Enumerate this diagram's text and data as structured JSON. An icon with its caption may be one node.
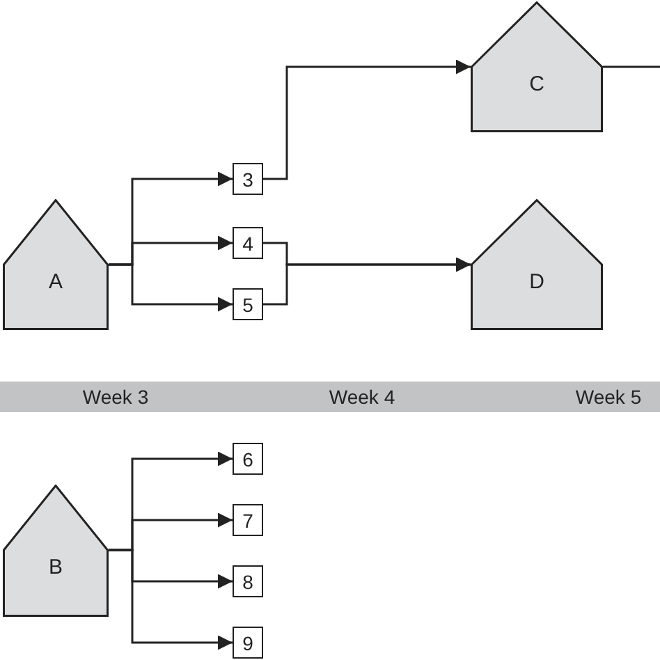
{
  "diagram": {
    "nodes": [
      {
        "text": [
          "A"
        ]
      },
      {
        "text": [
          "3"
        ]
      },
      {
        "text": [
          "4"
        ]
      },
      {
        "text": [
          "5"
        ]
      },
      {
        "text": [
          "C"
        ]
      },
      {
        "text": [
          "D"
        ]
      },
      {
        "text": [
          "Week 3",
          "Week 4",
          "Week 5"
        ]
      },
      {
        "text": [
          "B"
        ]
      },
      {
        "text": [
          "6"
        ]
      },
      {
        "text": [
          "7"
        ]
      },
      {
        "text": [
          "8"
        ]
      },
      {
        "text": [
          "9"
        ]
      }
    ],
    "edges": [
      {
        "from": 0,
        "to": 1,
        "arrow": "to"
      },
      {
        "from": 0,
        "to": 2,
        "arrow": "to"
      },
      {
        "from": 0,
        "to": 3,
        "arrow": "to"
      },
      {
        "from": 1,
        "to": 4,
        "arrow": "to"
      },
      {
        "from": 2,
        "to": 5,
        "arrow": "to"
      },
      {
        "from": 3,
        "to": 5,
        "arrow": "to"
      },
      {
        "from": 4,
        "to": null,
        "arrow": "none"
      },
      {
        "from": 7,
        "to": 8,
        "arrow": "to"
      },
      {
        "from": 7,
        "to": 9,
        "arrow": "to"
      },
      {
        "from": 7,
        "to": 10,
        "arrow": "to"
      },
      {
        "from": 7,
        "to": 11,
        "arrow": "to"
      }
    ]
  }
}
